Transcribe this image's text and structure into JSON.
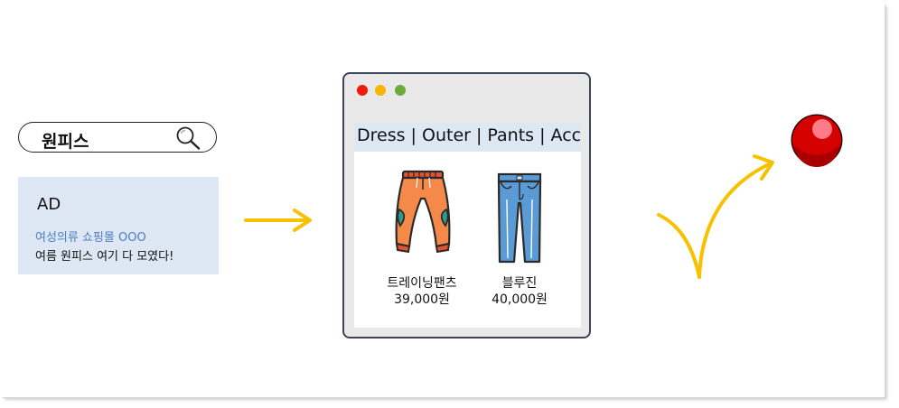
{
  "search": {
    "query": "원피스",
    "icon": "magnifier"
  },
  "ad": {
    "label": "AD",
    "title": "여성의류 쇼핑몰 OOO",
    "description": "여름 원피스 여기 다 모였다!"
  },
  "browser": {
    "nav": "Dress | Outer | Pants | Acc",
    "products": [
      {
        "name": "트레이닝팬츠",
        "price": "39,000원",
        "icon": "orange-jogger-pants"
      },
      {
        "name": "블루진",
        "price": "40,000원",
        "icon": "blue-jeans"
      }
    ]
  },
  "colors": {
    "arrow": "#f7c100",
    "ad_background": "#dde8f4",
    "ad_title": "#4f7bc6",
    "goal_ball": "#d60000"
  }
}
